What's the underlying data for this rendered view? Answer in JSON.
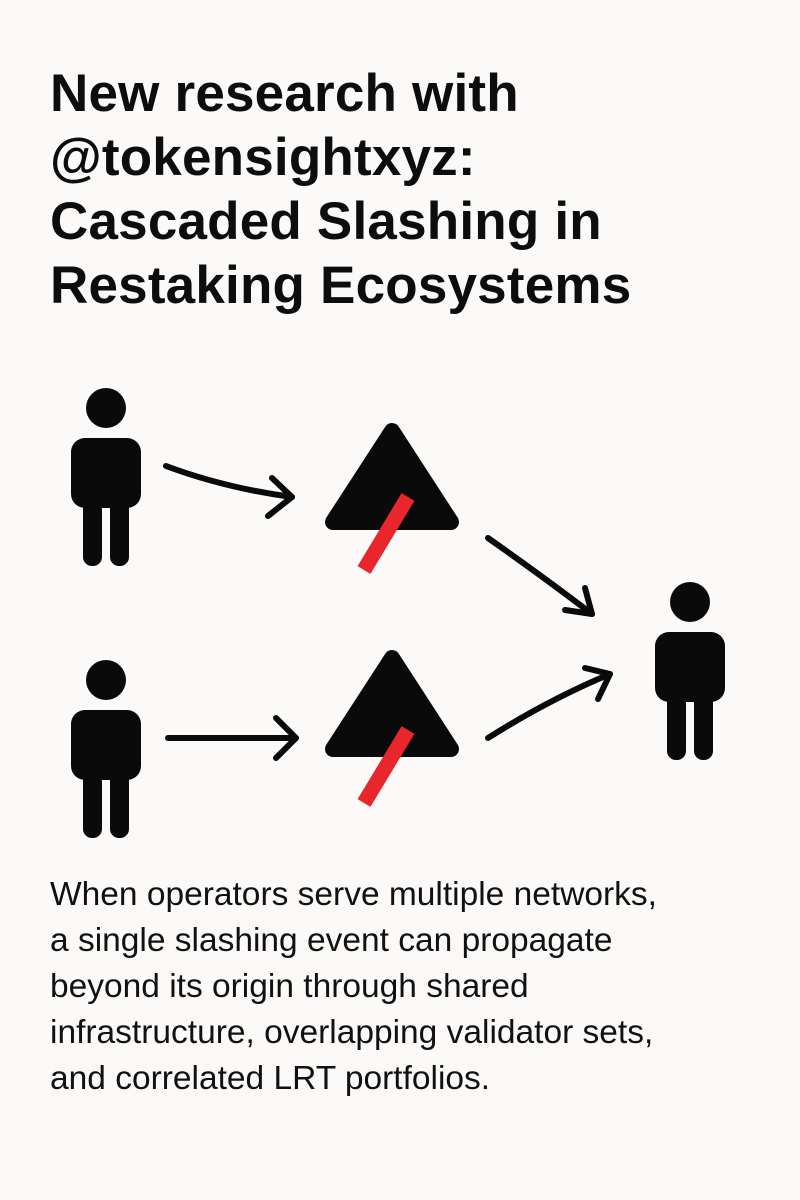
{
  "title": {
    "lines": [
      "New research with",
      "@tokensightxyz:",
      "Cascaded Slashing in",
      "Restaking Ecosystems"
    ]
  },
  "caption": {
    "lines": [
      "When operators serve multiple networks,",
      "a single slashing event can propagate",
      "beyond its origin through shared",
      "infrastructure, overlapping validator sets,",
      "and correlated LRT portfolios."
    ]
  },
  "diagram": {
    "icons": [
      "person-icon",
      "network-triangle-icon",
      "slash-mark-icon",
      "arrow-icon"
    ],
    "colors": {
      "ink": "#0a0a0a",
      "slash": "#e8262b",
      "background": "#fbfaf8"
    }
  }
}
